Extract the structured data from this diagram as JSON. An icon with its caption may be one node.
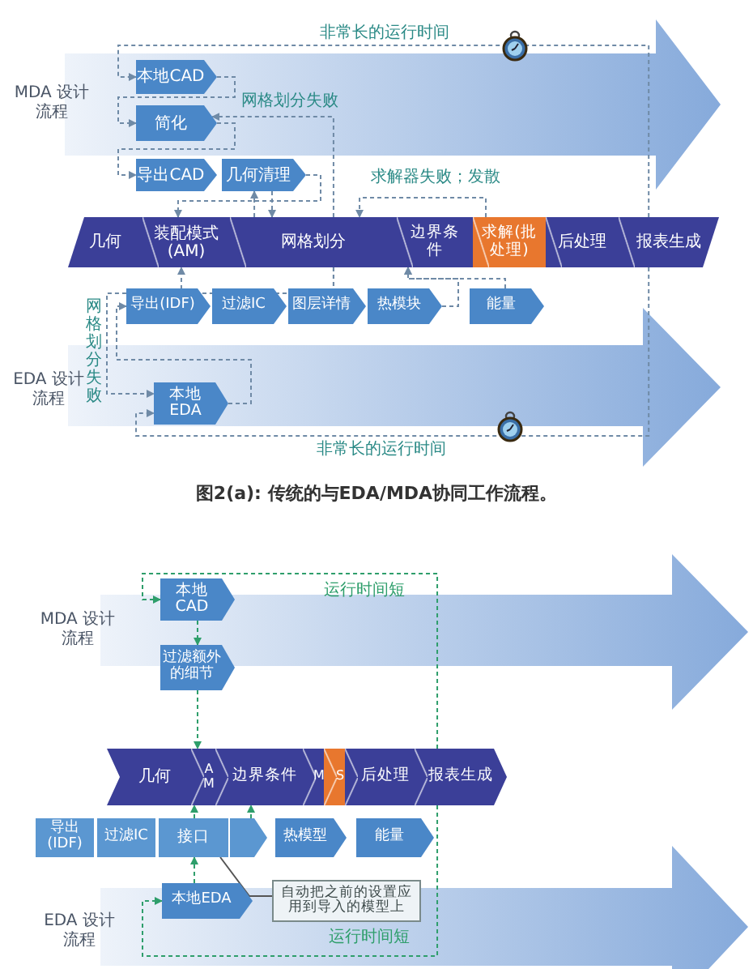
{
  "diagram": {
    "caption": "图2(a): 传统的与EDA/MDA协同工作流程。",
    "nodes": [
      {
        "text": [
          "本地CAD"
        ]
      },
      {
        "text": [
          "简化"
        ]
      },
      {
        "text": [
          "导出CAD"
        ]
      },
      {
        "text": [
          "几何清理"
        ]
      },
      {
        "text": [
          "几何"
        ]
      },
      {
        "text": [
          "装配模式(AM)"
        ]
      },
      {
        "text": [
          "网格划分"
        ]
      },
      {
        "text": [
          "边界条件"
        ]
      },
      {
        "text": [
          "求解(批处理)"
        ]
      },
      {
        "text": [
          "后处理"
        ]
      },
      {
        "text": [
          "报表生成"
        ]
      },
      {
        "text": [
          "导出(IDF)"
        ]
      },
      {
        "text": [
          "过滤IC"
        ]
      },
      {
        "text": [
          "图层详情"
        ]
      },
      {
        "text": [
          "热模块"
        ]
      },
      {
        "text": [
          "能量"
        ]
      },
      {
        "text": [
          "本地EDA"
        ]
      },
      {
        "text": [
          "本地CAD"
        ]
      },
      {
        "text": [
          "过滤额外的细节"
        ]
      },
      {
        "text": [
          "几何"
        ]
      },
      {
        "text": [
          "A M"
        ]
      },
      {
        "text": [
          "边界条件"
        ]
      },
      {
        "text": [
          "M"
        ]
      },
      {
        "text": [
          "S"
        ]
      },
      {
        "text": [
          "后处理"
        ]
      },
      {
        "text": [
          "报表生成"
        ]
      },
      {
        "text": [
          "导出(IDF)"
        ]
      },
      {
        "text": [
          "过滤IC"
        ]
      },
      {
        "text": [
          "接口"
        ]
      },
      {
        "text": [],
        "shape": "box"
      },
      {
        "text": [
          "热模型"
        ]
      },
      {
        "text": [
          "能量"
        ]
      },
      {
        "text": [
          "自动把之前的设置应用到导入的模型上"
        ]
      },
      {
        "text": [
          "本地EDA"
        ]
      }
    ],
    "edges": [
      {
        "from": 10,
        "to": 0,
        "arrow": "to",
        "style": "dashed",
        "label": "非常长的运行时间"
      },
      {
        "from": 0,
        "to": 1,
        "arrow": "to",
        "style": "dashed"
      },
      {
        "from": 1,
        "to": 2,
        "arrow": "to",
        "style": "dashed"
      },
      {
        "from": 3,
        "to": 5,
        "arrow": "to",
        "style": "dashed"
      },
      {
        "from": 6,
        "to": 3,
        "arrow": "to",
        "style": "dashed"
      },
      {
        "from": 3,
        "to": 6,
        "arrow": "to",
        "style": "dashed"
      },
      {
        "from": 6,
        "to": 1,
        "arrow": "to",
        "style": "dashed",
        "label": "网格划分失败"
      },
      {
        "from": 8,
        "to": 6,
        "arrow": "to",
        "style": "dashed",
        "label": "求解器失败；发散"
      },
      {
        "from": 6,
        "to": 5,
        "arrow": "to",
        "style": "dashed"
      },
      {
        "from": 6,
        "to": 16,
        "arrow": "to",
        "style": "dashed",
        "label": "网格划分失败"
      },
      {
        "from": 16,
        "to": 11,
        "arrow": "to",
        "style": "dashed"
      },
      {
        "from": 14,
        "to": 7,
        "arrow": "to",
        "style": "dashed"
      },
      {
        "from": 15,
        "to": 7,
        "arrow": "to",
        "style": "dashed"
      },
      {
        "from": 10,
        "to": 16,
        "arrow": "to",
        "style": "dashed",
        "label": "非常长的运行时间"
      },
      {
        "from": 25,
        "to": 17,
        "arrow": "to",
        "style": "dashed",
        "color": "#2e9e6b",
        "label": "运行时间短"
      },
      {
        "from": 17,
        "to": 18,
        "arrow": "to",
        "style": "dashed",
        "color": "#2e9e6b"
      },
      {
        "from": 18,
        "to": 20,
        "arrow": "to",
        "style": "dashed",
        "color": "#2e9e6b"
      },
      {
        "from": 33,
        "to": 28,
        "arrow": "to",
        "style": "dashed",
        "color": "#2e9e6b"
      },
      {
        "from": 28,
        "to": 20,
        "arrow": "to",
        "style": "dashed",
        "color": "#2e9e6b"
      },
      {
        "from": 29,
        "to": 21,
        "arrow": "to",
        "style": "dashed",
        "color": "#2e9e6b"
      },
      {
        "from": 28,
        "to": 32,
        "arrow": "none",
        "color": "#555555"
      },
      {
        "from": 25,
        "to": 33,
        "arrow": "to",
        "style": "dashed",
        "color": "#2e9e6b",
        "label": "运行时间短"
      }
    ],
    "labels": [
      "MDA 设计流程",
      "EDA 设计流程",
      "MDA 设计流程",
      "EDA 设计流程"
    ]
  }
}
